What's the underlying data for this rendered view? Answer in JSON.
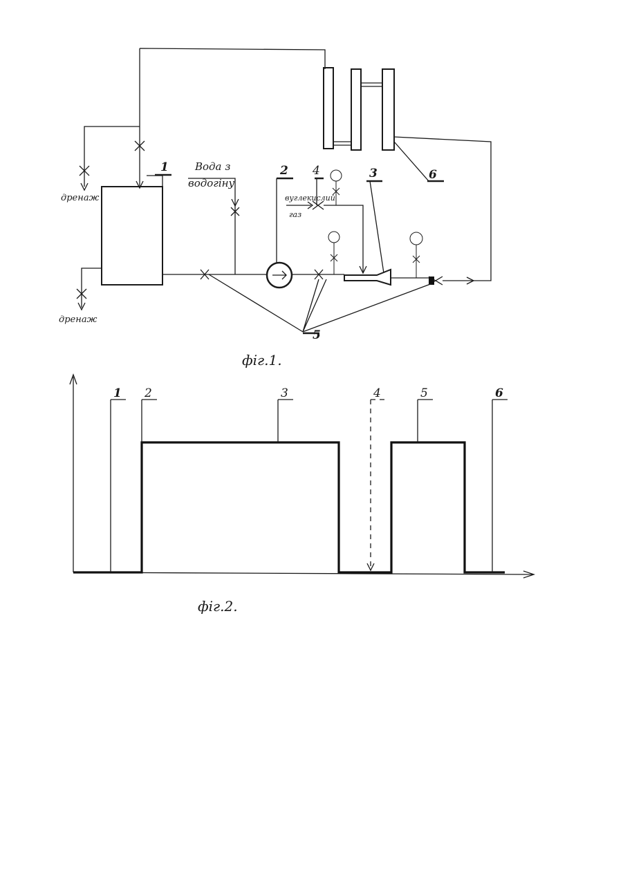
{
  "figure1": {
    "caption": "фіг.1.",
    "texts": {
      "water_line1": "Вода з",
      "water_line2": "водогіну",
      "co2_line1": "вуглекислий",
      "co2_line2": "газ",
      "drain_top": "дренаж",
      "drain_bottom": "дренаж"
    },
    "numbers": [
      "1",
      "2",
      "4",
      "3",
      "6",
      "5"
    ]
  },
  "figure2": {
    "caption": "фіг.2.",
    "numbers": [
      "1",
      "2",
      "3",
      "4",
      "5",
      "6"
    ]
  },
  "chart_data": {
    "type": "line",
    "x": [
      1,
      2,
      3,
      4,
      5,
      6
    ],
    "series": [
      {
        "values": [
          0,
          1,
          1,
          0,
          1,
          0
        ]
      }
    ],
    "xlabel": "",
    "ylabel": "",
    "grid": false
  }
}
